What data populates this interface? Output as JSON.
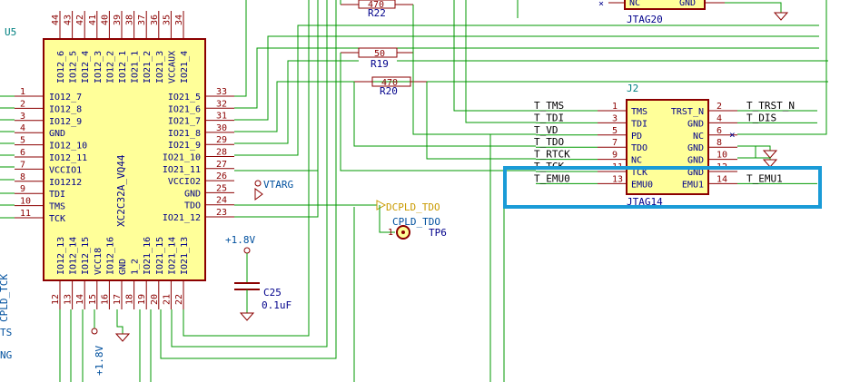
{
  "u5": {
    "ref": "U5",
    "part": "XC2C32A_VQ44",
    "left_pins": [
      {
        "num": "1",
        "label": "IO12_7"
      },
      {
        "num": "2",
        "label": "IO12_8"
      },
      {
        "num": "3",
        "label": "IO12_9"
      },
      {
        "num": "4",
        "label": "GND"
      },
      {
        "num": "5",
        "label": "IO12_10"
      },
      {
        "num": "6",
        "label": "IO12_11"
      },
      {
        "num": "7",
        "label": "VCCIO1"
      },
      {
        "num": "8",
        "label": "IO1212"
      },
      {
        "num": "9",
        "label": "TDI"
      },
      {
        "num": "10",
        "label": "TMS"
      },
      {
        "num": "11",
        "label": "TCK"
      }
    ],
    "right_pins": [
      {
        "num": "33",
        "label": "IO21_5"
      },
      {
        "num": "32",
        "label": "IO21_6"
      },
      {
        "num": "31",
        "label": "IO21_7"
      },
      {
        "num": "30",
        "label": "IO21_8"
      },
      {
        "num": "29",
        "label": "IO21_9"
      },
      {
        "num": "28",
        "label": "IO21_10"
      },
      {
        "num": "27",
        "label": "IO21_11"
      },
      {
        "num": "26",
        "label": "VCCIO2"
      },
      {
        "num": "25",
        "label": "GND"
      },
      {
        "num": "24",
        "label": "TDO"
      },
      {
        "num": "23",
        "label": "IO21_12"
      }
    ],
    "top_pins": [
      {
        "num": "44",
        "label": "IO12_6"
      },
      {
        "num": "43",
        "label": "IO12_5"
      },
      {
        "num": "42",
        "label": "IO12_4"
      },
      {
        "num": "41",
        "label": "IO12_3"
      },
      {
        "num": "40",
        "label": "IO12_2"
      },
      {
        "num": "39",
        "label": "IO12_1"
      },
      {
        "num": "38",
        "label": "IO21_1"
      },
      {
        "num": "37",
        "label": "IO21_2"
      },
      {
        "num": "36",
        "label": "IO21_3"
      },
      {
        "num": "35",
        "label": "VCCAUX"
      },
      {
        "num": "34",
        "label": "IO21_4"
      }
    ],
    "bottom_pins": [
      {
        "num": "12",
        "label": "IO12_13"
      },
      {
        "num": "13",
        "label": "IO12_14"
      },
      {
        "num": "14",
        "label": "IO12_15"
      },
      {
        "num": "15",
        "label": "VCC18"
      },
      {
        "num": "16",
        "label": "IO12_16"
      },
      {
        "num": "17",
        "label": "GND"
      },
      {
        "num": "18",
        "label": "1_2"
      },
      {
        "num": "19",
        "label": "IO21_16"
      },
      {
        "num": "20",
        "label": "IO21_15"
      },
      {
        "num": "21",
        "label": "IO21_14"
      },
      {
        "num": "22",
        "label": "IO21_13"
      }
    ]
  },
  "resistors": [
    {
      "value": "470",
      "ref": "R22"
    },
    {
      "value": "50",
      "ref": "R19"
    },
    {
      "value": "470",
      "ref": "R20"
    }
  ],
  "j2": {
    "ref": "J2",
    "name": "JTAG14",
    "left_pins": [
      {
        "num": "1",
        "label": "TMS",
        "net": "T_TMS"
      },
      {
        "num": "3",
        "label": "TDI",
        "net": "T_TDI"
      },
      {
        "num": "5",
        "label": "PD",
        "net": "T_VD"
      },
      {
        "num": "7",
        "label": "TDO",
        "net": "T_TDO"
      },
      {
        "num": "9",
        "label": "NC",
        "net": "T_RTCK"
      },
      {
        "num": "11",
        "label": "TCK",
        "net": "T_TCK"
      },
      {
        "num": "13",
        "label": "EMU0",
        "net": "T_EMU0"
      }
    ],
    "right_pins": [
      {
        "num": "2",
        "label": "TRST_N",
        "net": "T_TRST_N"
      },
      {
        "num": "4",
        "label": "GND",
        "net": "T_DIS"
      },
      {
        "num": "6",
        "label": "NC",
        "net": ""
      },
      {
        "num": "8",
        "label": "GND",
        "net": ""
      },
      {
        "num": "10",
        "label": "GND",
        "net": ""
      },
      {
        "num": "12",
        "label": "GND",
        "net": ""
      },
      {
        "num": "14",
        "label": "EMU1",
        "net": "T_EMU1"
      }
    ]
  },
  "jtag20": {
    "name": "JTAG20",
    "pin_left": "NC",
    "pin_right": "GND"
  },
  "vtarg": "VTARG",
  "dcpld_tdo": "DCPLD_TDO",
  "tp6": {
    "net": "CPLD_TDO",
    "ref": "TP6",
    "pin": "1"
  },
  "power_18v": "+1.8V",
  "v18_vertical": "+1.8V",
  "c25": {
    "ref": "C25",
    "value": "0.1uF"
  },
  "left_edge": {
    "clipped_net": "CPLD_TCK",
    "ts": "TS",
    "ng": "NG"
  },
  "highlight_color": "#1a9bd7"
}
